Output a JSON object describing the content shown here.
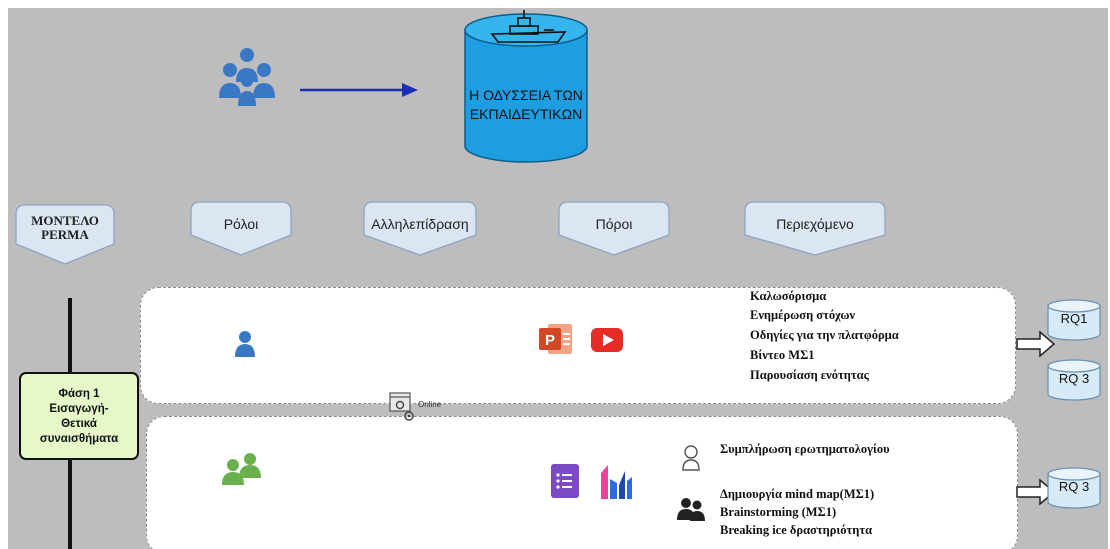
{
  "header": {
    "title_line1": "Η ΟΔΥΣΣΕΙΑ ΤΩΝ",
    "title_line2": "ΕΚΠΑΙΔΕΥΤΙΚΩΝ",
    "people_icon": "people-group-icon",
    "ship_icon": "ship-icon",
    "colors": {
      "database": "#1e9ee0",
      "people": "#3b78c4",
      "arrow": "#1a2db5"
    }
  },
  "columns": {
    "perma_line1": "ΜΟΝΤΕΛΟ",
    "perma_line2": "PERMA",
    "roles": "Ρόλοι",
    "interaction": "Αλληλεπίδραση",
    "resources": "Πόροι",
    "content": "Περιεχόμενο"
  },
  "phase": {
    "line1": "Φάση 1",
    "line2": "Εισαγωγή-",
    "line3": "Θετικά συναισθήματα",
    "color": "#e6f7c8"
  },
  "online_label": "Online",
  "row1": {
    "content": [
      "Καλωσόρισμα",
      "Ενημέρωση στόχων",
      "Οδηγίες για την πλατφόρμα",
      "Βίντεο ΜΣ1",
      "Παρουσίαση ενότητας"
    ],
    "rq_top": "RQ1",
    "rq_bottom": "RQ 3",
    "icons": [
      "person-icon",
      "powerpoint-icon",
      "youtube-icon"
    ]
  },
  "row2": {
    "content_top": "Συμπλήρωση ερωτηματολογίου",
    "content": [
      "Δημιουργία mind map(ΜΣ1)",
      "Brainstorming (ΜΣ1)",
      "Breaking ice δραστηριότητα"
    ],
    "rq": "RQ 3",
    "icons": [
      "people-pair-icon",
      "forms-icon",
      "chart-app-icon",
      "person-outline-icon",
      "people-dark-icon"
    ]
  }
}
